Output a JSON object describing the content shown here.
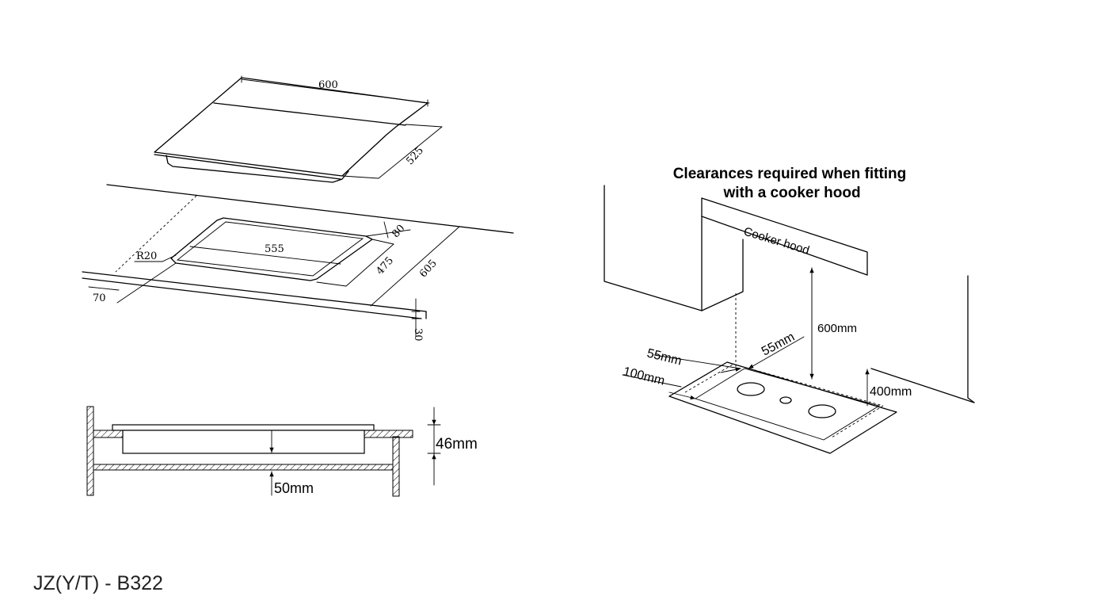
{
  "hob_top": {
    "width": "600",
    "depth": "525"
  },
  "cutout": {
    "width": "555",
    "depth": "475",
    "radius": "R20",
    "rear_margin": "80",
    "front_margin": "70",
    "worktop_depth": "605",
    "worktop_thickness": "30"
  },
  "section": {
    "hob_height": "46mm",
    "under_clearance": "50mm"
  },
  "hood": {
    "title_line1": "Clearances required when fitting",
    "title_line2": "with a cooker hood",
    "hood_label": "Cooker hood",
    "height_above": "600mm",
    "side_clearance": "55mm",
    "rear_clearance": "55mm",
    "front_clearance": "100mm",
    "wall_clearance": "400mm"
  },
  "model": "JZ(Y/T) - B322"
}
